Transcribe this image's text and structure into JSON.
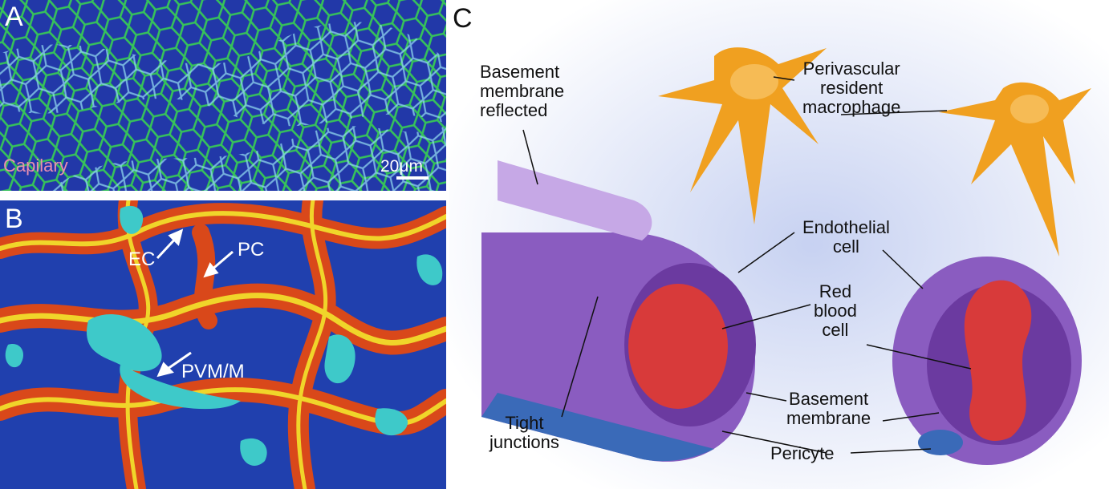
{
  "panels": {
    "a": {
      "letter": "A",
      "caption": "Capilary",
      "scale_bar": "20μm",
      "colors": {
        "background": "#1f3fb0",
        "mesh_green": "#2fbf4f",
        "mesh_cyan": "#7fd8f0",
        "caption_pink": "#e88fb0"
      }
    },
    "b": {
      "letter": "B",
      "labels": {
        "ec": "EC",
        "pc": "PC",
        "pvm": "PVM/M"
      },
      "colors": {
        "background": "#1f3fae",
        "network_orange": "#e2531a",
        "network_yellow": "#f1d92a",
        "cells_cyan": "#3ec9c9"
      }
    },
    "c": {
      "letter": "C",
      "labels": {
        "basement_reflected": "Basement\nmembrane\nreflected",
        "macrophage": "Perivascular\nresident\nmacrophage",
        "endothelial": "Endothelial\ncell",
        "rbc": "Red\nblood\ncell",
        "basement": "Basement\nmembrane",
        "pericyte": "Pericyte",
        "tight": "Tight\njunctions"
      },
      "colors": {
        "vessel_purple": "#8a5cc0",
        "macrophage_orange": "#f0a020",
        "rbc_red": "#d83a3a",
        "pericyte_blue": "#3a6ab8"
      }
    }
  }
}
